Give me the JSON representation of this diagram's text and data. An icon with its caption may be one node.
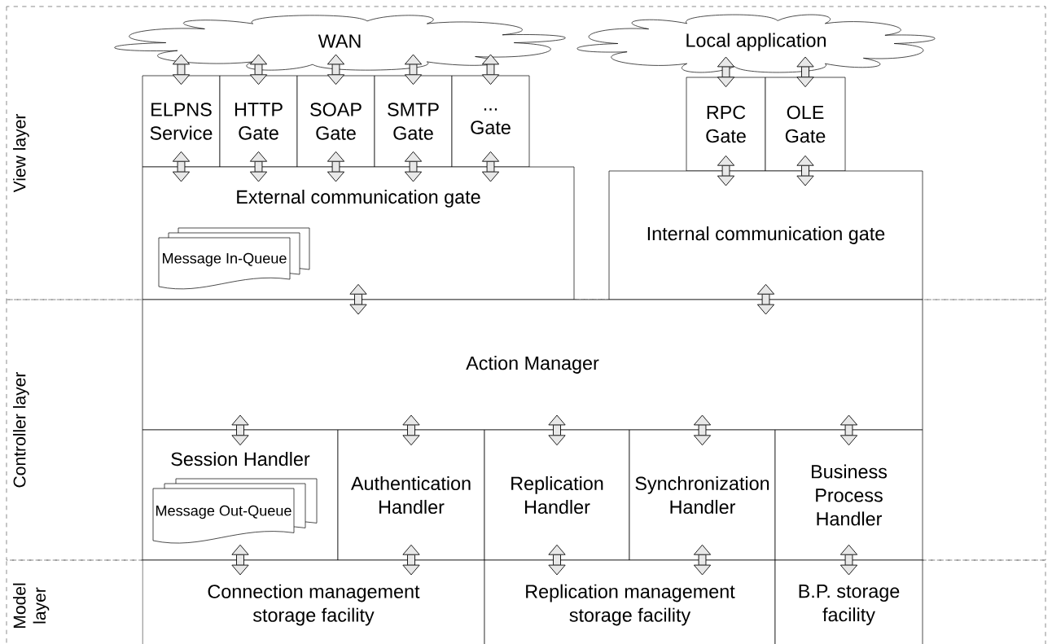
{
  "diagram": {
    "nodes": [
      {
        "text": [
          "View layer"
        ]
      },
      {
        "text": [
          "WAN"
        ],
        "in": 0
      },
      {
        "text": [
          "Local application"
        ],
        "in": 0
      },
      {
        "text": [
          "ELPNS Service"
        ],
        "in": 0
      },
      {
        "text": [
          "HTTP Gate"
        ],
        "in": 0
      },
      {
        "text": [
          "SOAP Gate"
        ],
        "in": 0
      },
      {
        "text": [
          "SMTP Gate"
        ],
        "in": 0
      },
      {
        "text": [
          "... Gate"
        ],
        "in": 0
      },
      {
        "text": [
          "RPC Gate"
        ],
        "in": 0
      },
      {
        "text": [
          "OLE Gate"
        ],
        "in": 0
      },
      {
        "text": [
          "External communication gate"
        ],
        "in": 0
      },
      {
        "text": [
          "Message In-Queue"
        ],
        "in": 10
      },
      {
        "text": [
          "Internal communication gate"
        ],
        "in": 0
      },
      {
        "text": [
          "Controller layer"
        ]
      },
      {
        "text": [
          "Action Manager"
        ],
        "in": 13
      },
      {
        "text": [
          "Session Handler"
        ],
        "in": 13
      },
      {
        "text": [
          "Message Out-Queue"
        ],
        "in": 15
      },
      {
        "text": [
          "Authentication Handler"
        ],
        "in": 13
      },
      {
        "text": [
          "Replication Handler"
        ],
        "in": 13
      },
      {
        "text": [
          "Synchronization Handler"
        ],
        "in": 13
      },
      {
        "text": [
          "Business Process Handler"
        ],
        "in": 13
      },
      {
        "text": [
          "Model layer"
        ]
      },
      {
        "text": [
          "Connection management storage facility"
        ],
        "in": 21
      },
      {
        "text": [
          "Replication management storage facility"
        ],
        "in": 21
      },
      {
        "text": [
          "B.P. storage facility"
        ],
        "in": 21
      }
    ],
    "edges": [
      {
        "from": 1,
        "to": 3,
        "arrow": "both"
      },
      {
        "from": 1,
        "to": 4,
        "arrow": "both"
      },
      {
        "from": 1,
        "to": 5,
        "arrow": "both"
      },
      {
        "from": 1,
        "to": 6,
        "arrow": "both"
      },
      {
        "from": 1,
        "to": 7,
        "arrow": "both"
      },
      {
        "from": 2,
        "to": 8,
        "arrow": "both"
      },
      {
        "from": 2,
        "to": 9,
        "arrow": "both"
      },
      {
        "from": 3,
        "to": 10,
        "arrow": "both"
      },
      {
        "from": 4,
        "to": 10,
        "arrow": "both"
      },
      {
        "from": 5,
        "to": 10,
        "arrow": "both"
      },
      {
        "from": 6,
        "to": 10,
        "arrow": "both"
      },
      {
        "from": 7,
        "to": 10,
        "arrow": "both"
      },
      {
        "from": 8,
        "to": 12,
        "arrow": "both"
      },
      {
        "from": 9,
        "to": 12,
        "arrow": "both"
      },
      {
        "from": 10,
        "to": 14,
        "arrow": "both"
      },
      {
        "from": 12,
        "to": 14,
        "arrow": "both"
      },
      {
        "from": 14,
        "to": 15,
        "arrow": "both"
      },
      {
        "from": 14,
        "to": 17,
        "arrow": "both"
      },
      {
        "from": 14,
        "to": 18,
        "arrow": "both"
      },
      {
        "from": 14,
        "to": 19,
        "arrow": "both"
      },
      {
        "from": 14,
        "to": 20,
        "arrow": "both"
      },
      {
        "from": 15,
        "to": 22,
        "arrow": "both"
      },
      {
        "from": 17,
        "to": 22,
        "arrow": "both"
      },
      {
        "from": 18,
        "to": 23,
        "arrow": "both"
      },
      {
        "from": 19,
        "to": 23,
        "arrow": "both"
      },
      {
        "from": 20,
        "to": 24,
        "arrow": "both"
      }
    ]
  }
}
